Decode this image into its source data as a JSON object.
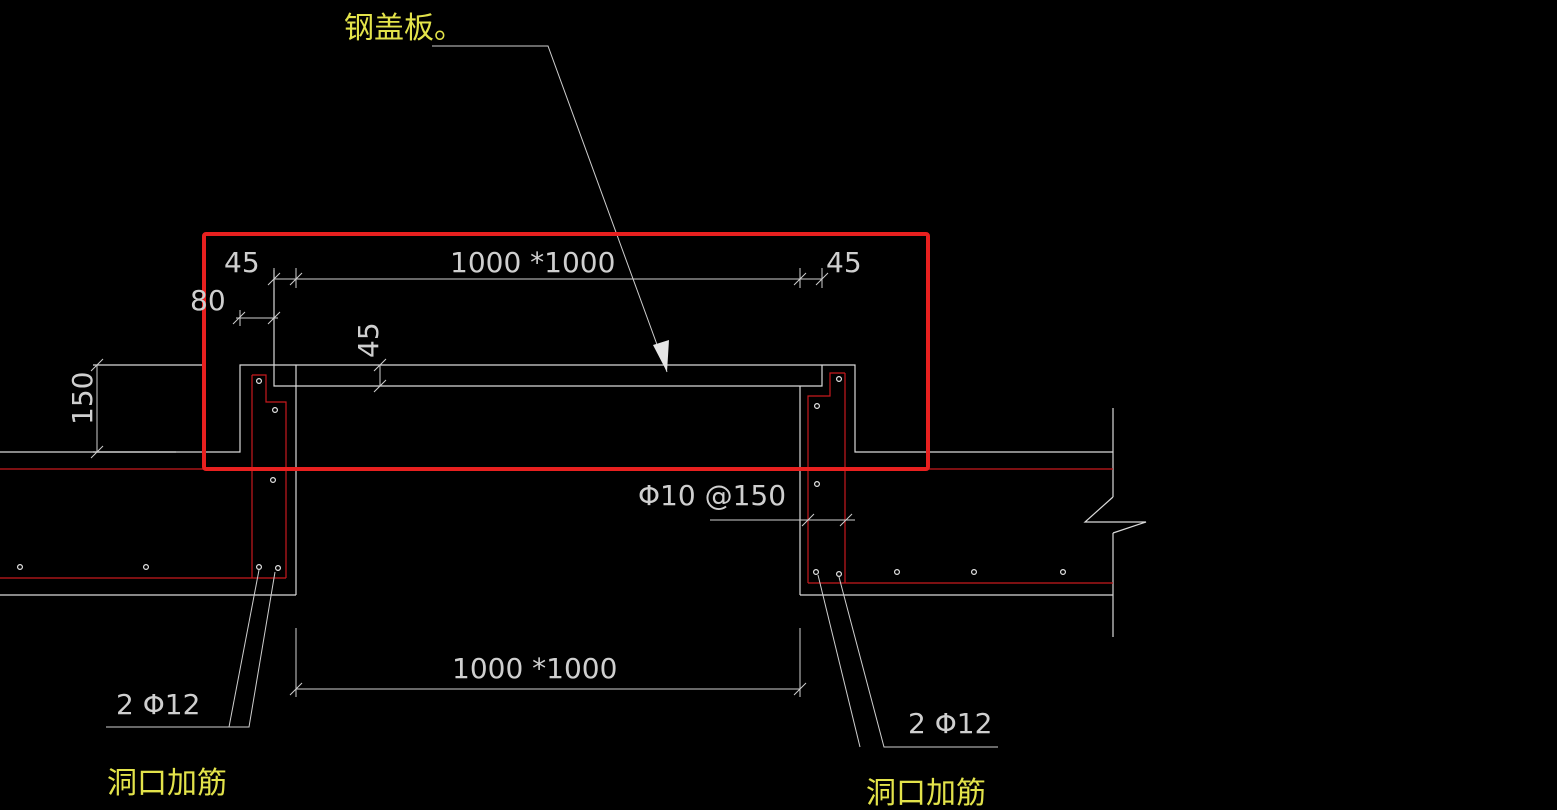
{
  "labels": {
    "cover_plate": "钢盖板。",
    "dim_top_left_45": "45",
    "dim_top_opening": "1000 *1000",
    "dim_top_right_45": "45",
    "dim_80": "80",
    "dim_inner_45": "45",
    "dim_150": "150",
    "rebar_spacing": "Φ10 @150",
    "dim_bottom_opening": "1000 *1000",
    "rebar_left": "2 Φ12",
    "rebar_right": "2 Φ12",
    "opening_rebar_left": "洞口加筋",
    "opening_rebar_right": "洞口加筋"
  },
  "colors": {
    "highlight": "#e8201f",
    "rebar": "#c8191e",
    "linework": "#d9d9d9",
    "annotation": "#e3e34a"
  }
}
